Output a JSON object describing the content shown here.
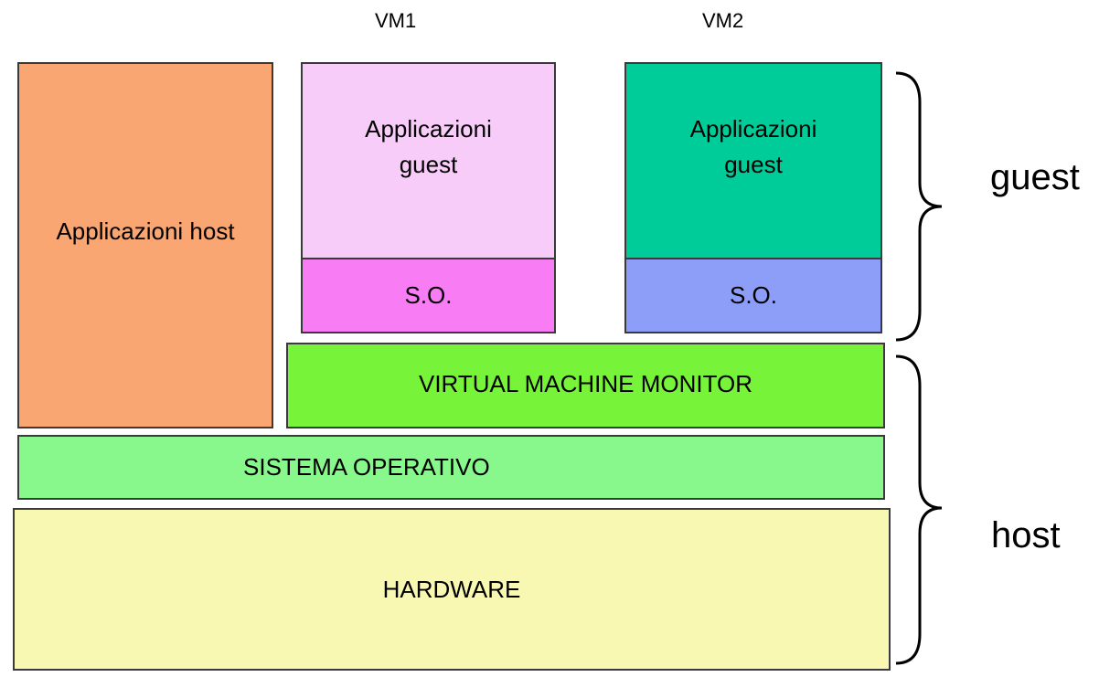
{
  "vm_labels": {
    "vm1": "VM1",
    "vm2": "VM2"
  },
  "blocks": {
    "host_apps": {
      "label": "Applicazioni host",
      "color": "#f9a672"
    },
    "vm1_apps": {
      "label": "Applicazioni guest",
      "color": "#f8ccf8"
    },
    "vm1_os": {
      "label": "S.O.",
      "color": "#f87cf4"
    },
    "vm2_apps": {
      "label": "Applicazioni guest",
      "color": "#00cc99"
    },
    "vm2_os": {
      "label": "S.O.",
      "color": "#8c9ef8"
    },
    "vmm": {
      "label": "VIRTUAL MACHINE MONITOR",
      "color": "#77f43a"
    },
    "host_os": {
      "label": "SISTEMA OPERATIVO",
      "color": "#88f88c"
    },
    "hardware": {
      "label": "HARDWARE",
      "color": "#f9f8b3"
    }
  },
  "side_labels": {
    "guest": "guest",
    "host": "host"
  }
}
